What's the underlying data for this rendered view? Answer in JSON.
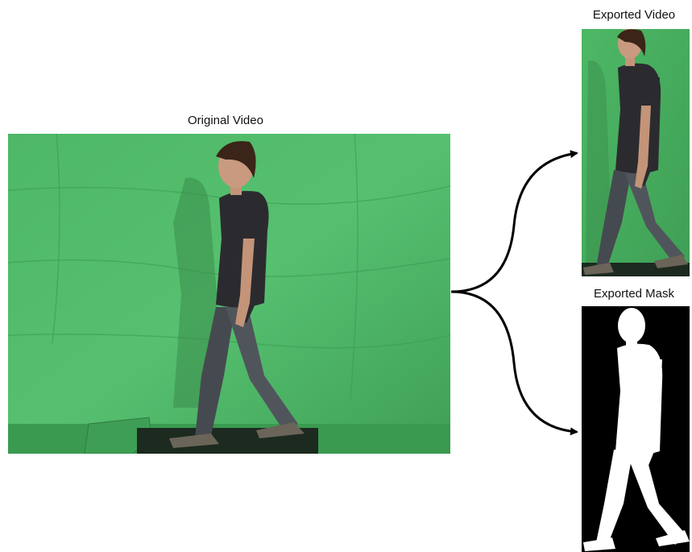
{
  "labels": {
    "original": "Original Video",
    "exported_video": "Exported Video",
    "exported_mask": "Exported Mask"
  },
  "colors": {
    "green_screen": "#4cb866",
    "green_screen_light": "#63c97a",
    "green_screen_dark": "#3a9f53",
    "shirt": "#2b2b2f",
    "jeans": "#4a4f55",
    "skin": "#c99a80",
    "hair": "#3a2518",
    "mask_bg": "#000000",
    "mask_fg": "#ffffff",
    "arrow": "#000000"
  },
  "icons": {
    "person": "walking-person-figure",
    "arrow": "curved-arrow"
  }
}
